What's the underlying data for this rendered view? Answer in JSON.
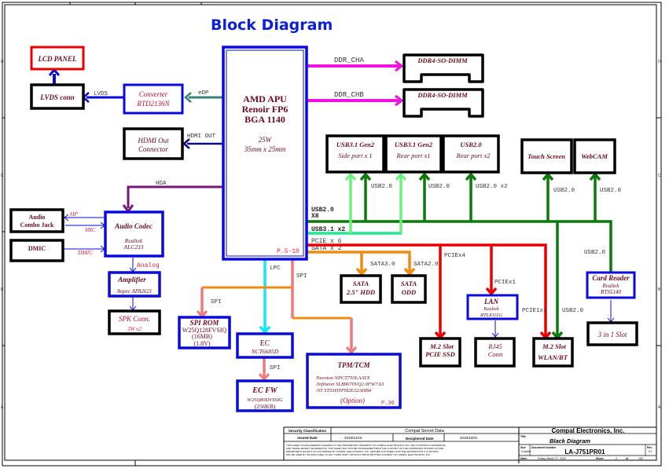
{
  "title": "Block Diagram",
  "apu": {
    "line1": "AMD APU",
    "line2": "Renoir FP6",
    "line3": "BGA  1140",
    "power": "25W",
    "size": "35mm x 25mm",
    "page_ref": "P.5-10"
  },
  "display": {
    "lcd_panel": "LCD  PANEL",
    "lvds_conn": "LVDS  conn",
    "converter_l1": "Converter",
    "converter_l2": "RTD2136N",
    "hdmi_l1": "HDMI Out",
    "hdmi_l2": "Connector",
    "sig_lvds": "LVDS",
    "sig_edp": "eDP",
    "sig_hdmi": "HDMI  OUT"
  },
  "memory": {
    "dimm_a": "DDR4-SO-DIMM",
    "dimm_b": "DDR4-SO-DIMM",
    "sig_cha": "DDR_CHA",
    "sig_chb": "DDR_CHB"
  },
  "usb_ports": [
    {
      "l1": "USB3.1  Gen2",
      "l2": "Side port  x 1"
    },
    {
      "l1": "USB3.1  Gen2",
      "l2": "Rear port  x1"
    },
    {
      "l1": "USB2.0",
      "l2": "Rear port  x2"
    }
  ],
  "touch_screen": "Touch Screen",
  "webcam": "WebCAM",
  "usb_labels": {
    "usb2": "USB2.0",
    "usb2_x2": "USB2.0  x2",
    "bus_usb2": "USB2.0",
    "bus_usb2_x8": "X8",
    "bus_usb31": "USB3.1  x2",
    "bus_pcie": "PCIE  x  6",
    "bus_sata": "SATA  x  2"
  },
  "audio": {
    "hda": "HDA",
    "combo_l1": "Audio",
    "combo_l2": "Combo  Jack",
    "dmic": "DMIC",
    "codec_title": "Audio  Codec",
    "codec_vendor": "Realtek",
    "codec_part": "ALC233",
    "sig_hp": "HP",
    "sig_mic": "MIC",
    "sig_dmic": "DMIC",
    "sig_analog": "Analog",
    "amp_title": "Amplifier",
    "amp_part": "Anpec  APA2621",
    "spk_title": "SPK  Conn.",
    "spk_spec": "3W x2"
  },
  "storage": {
    "sata3": "SATA3.0",
    "sata2": "SATA2.0",
    "hdd_l1": "SATA",
    "hdd_l2": "2.5\" HDD",
    "odd_l1": "SATA",
    "odd_l2": "ODD"
  },
  "pcie": {
    "pciex4": "PCIEx4",
    "pciex1": "PCIEx1",
    "pcie1x1": "PCIE1x1",
    "m2_ssd_l1": "M.2  Slot",
    "m2_ssd_l2": "PCIE   SSD",
    "lan_title": "LAN",
    "lan_vendor": "Realtek",
    "lan_part": "RTL8111G",
    "rj45_l1": "RJ45",
    "rj45_l2": "Conn",
    "m2_wlan_l1": "M.2  Slot",
    "m2_wlan_l2": "WLAN/BT"
  },
  "card_reader": {
    "title": "Card Reader",
    "vendor": "Realtek",
    "part": "RTS5140",
    "slot": "3  in  1  Slot"
  },
  "low_speed": {
    "lpc": "LPC",
    "spi": "SPI",
    "spi_rom_title": "SPI  ROM",
    "spi_rom_part": "W25Q128FVSIQ",
    "spi_rom_size": "(16MB)",
    "spi_rom_volt": "(1.8V)",
    "ec_title": "EC",
    "ec_part": "NCT6685D",
    "ecfw_title": "EC FW",
    "ecfw_part": "W25Q80DVSSIG",
    "ecfw_size": "(256KB)",
    "tpm_title": "TPM/TCM",
    "tpm_l1": "Nuvoton  NPCT750LAAYX",
    "tpm_l2": "/Infineon  SLB9670VQ2.0FW7.63",
    "tpm_l3": "/ST  ST33HTPH2E32AHB4",
    "tpm_option": "(Option)",
    "tpm_page": "P.36"
  },
  "title_block": {
    "security_label": "Security Classification",
    "security_value": "Compal Secret Data",
    "issued_label": "Issued Date",
    "issued_value": "2019/12/15",
    "deciphered_label": "Deciphered Date",
    "deciphered_value": "2018/10/01",
    "notice_1": "THIS SHEET OF ENGINEERING DRAWING IS THE PROPRIETARY PROPERTY OF COMPAL ELECTRONICS, INC. AND CONTAINS CONFIDENTIAL",
    "notice_2": "AND TRADE SECRET INFORMATION. THIS SHEET MAY NOT BE TRANSFERED FROM THE CUSTODY OF THE COMPETENT DIVISION OF R&D",
    "notice_3": "DEPARTMENT EXCEPT AS AUTHORIZED BY COMPAL ELECTRONICS, INC. NEITHER THIS SHEET NOR THE INFORMATION IT CONTAINS",
    "notice_4": "MAY BE USED BY OR DISCLOSED TO ANY THIRD PARTY WITHOUT PRIOR WRITTEN CONSENT OF COMPAL ELECTRONICS, INC.",
    "company": "Compal Electronics, Inc.",
    "title_label": "Title",
    "title_value": "Black Diagram",
    "size_label": "Size",
    "size_value": "Custom",
    "docnum_label": "Document  Number",
    "docnum_value": "LA-J751PR01",
    "rev_label": "Rev",
    "rev_value": "0.1",
    "date_label": "Date:",
    "date_value": "Friday, March 27, 2020",
    "sheet_label": "Sheet",
    "sheet_value": "2",
    "of_label": "of",
    "sheet_total": "100"
  },
  "margin": {
    "rows": [
      "D",
      "C",
      "B",
      "A"
    ],
    "cols": [
      "4",
      "3",
      "2",
      "1"
    ]
  },
  "colors": {
    "blue": "#0a0adc",
    "black": "#000000",
    "red": "#e80000",
    "magenta": "#f010e0",
    "green": "#0a7a0a",
    "light_green": "#6cf07a",
    "aqua_green": "#20e890",
    "orange": "#f08a10",
    "salmon": "#f07878",
    "cyan": "#10e8f8",
    "purple": "#7a147a",
    "teal": "#3a8080",
    "title_blue": "#0a1fd6",
    "label_maroon": "#6b0a1e"
  }
}
